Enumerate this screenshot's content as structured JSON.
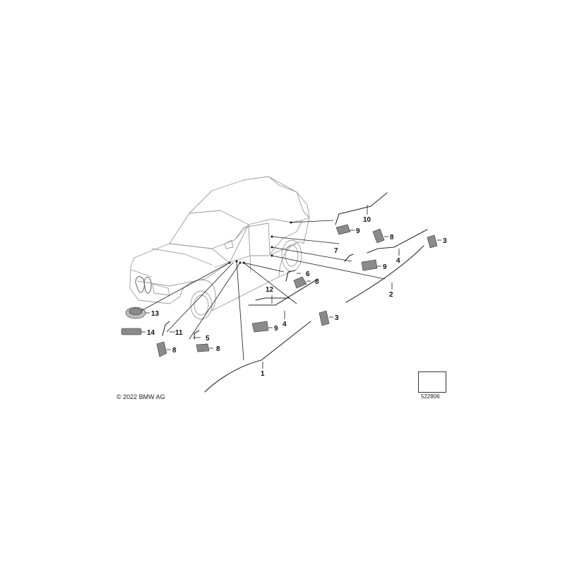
{
  "copyright": "© 2022 BMW AG",
  "reference_number": "522806",
  "callouts": {
    "c1": "1",
    "c2": "2",
    "c3a": "3",
    "c3b": "3",
    "c4a": "4",
    "c4b": "4",
    "c5": "5",
    "c6": "6",
    "c7": "7",
    "c8a": "8",
    "c8b": "8",
    "c8c": "8",
    "c8d": "8",
    "c9a": "9",
    "c9b": "9",
    "c9c": "9",
    "c10": "10",
    "c11": "11",
    "c12": "12",
    "c13": "13",
    "c14": "14"
  },
  "icons": {
    "orientation": "arrow-pointing-front-left-icon"
  }
}
